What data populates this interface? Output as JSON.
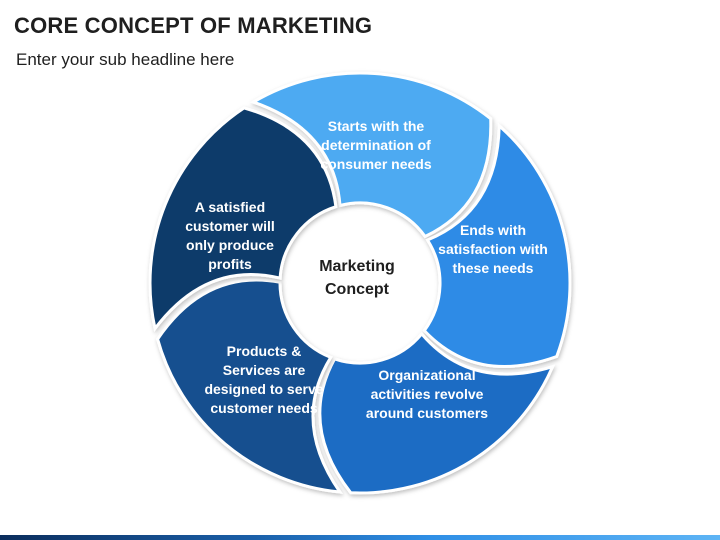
{
  "title": "CORE CONCEPT OF MARKETING",
  "subtitle": "Enter your sub headline here",
  "center": {
    "line1": "Marketing",
    "line2": "Concept"
  },
  "segments": [
    {
      "text": "Starts with the determination of consumer needs",
      "color": "#4daaf2"
    },
    {
      "text": "Ends with satisfaction with these needs",
      "color": "#2e8be6"
    },
    {
      "text": "Organizational activities revolve around customers",
      "color": "#1a6cc4"
    },
    {
      "text": "Products & Services are designed to serve customer needs",
      "color": "#13508f"
    },
    {
      "text": "A satisfied customer will only produce profits",
      "color": "#0c3a6b"
    }
  ]
}
